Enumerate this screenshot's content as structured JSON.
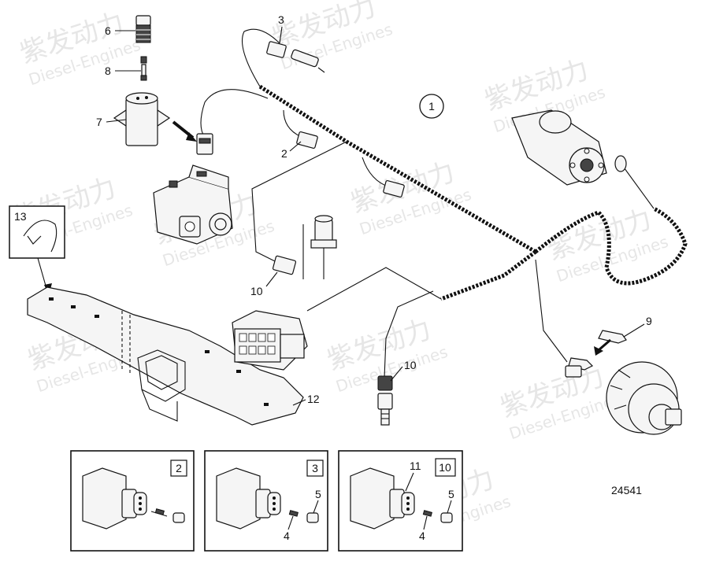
{
  "watermark": {
    "brand_cn": "紫发动力",
    "brand_en": "Diesel-Engines"
  },
  "callouts": {
    "c1": "1",
    "c2": "2",
    "c3": "3",
    "c4a": "4",
    "c4b": "4",
    "c5a": "5",
    "c5b": "5",
    "c6": "6",
    "c7": "7",
    "c8": "8",
    "c9": "9",
    "c10a": "10",
    "c10b": "10",
    "c11": "11",
    "c12": "12",
    "c13": "13"
  },
  "insets": {
    "inset_a": "2",
    "inset_b": "3",
    "inset_c": "10"
  },
  "drawing_number": "24541"
}
